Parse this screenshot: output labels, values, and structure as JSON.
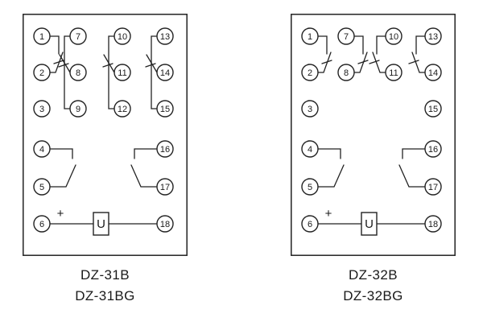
{
  "left": {
    "model_labels": {
      "line1": "DZ-31B",
      "line2": "DZ-31BG"
    },
    "terminals": {
      "t1": "1",
      "t2": "2",
      "t3": "3",
      "t4": "4",
      "t5": "5",
      "t6": "6",
      "t7": "7",
      "t8": "8",
      "t9": "9",
      "t10": "10",
      "t11": "11",
      "t12": "12",
      "t13": "13",
      "t14": "14",
      "t15": "15",
      "t16": "16",
      "t17": "17",
      "t18": "18"
    },
    "coil_symbol": "U",
    "polarity_mark": "+",
    "contact_groups": [
      "1-2",
      "7-8-9",
      "10-11-12",
      "13-14-15",
      "4-5",
      "16-17"
    ],
    "coil_between": "6-18"
  },
  "right": {
    "model_labels": {
      "line1": "DZ-32B",
      "line2": "DZ-32BG"
    },
    "terminals": {
      "t1": "1",
      "t2": "2",
      "t3": "3",
      "t4": "4",
      "t5": "5",
      "t6": "6",
      "t7": "7",
      "t8": "8",
      "t10": "10",
      "t11": "11",
      "t13": "13",
      "t14": "14",
      "t15": "15",
      "t16": "16",
      "t17": "17",
      "t18": "18"
    },
    "coil_symbol": "U",
    "polarity_mark": "+",
    "contact_groups": [
      "1-2",
      "7-8",
      "10-11",
      "13-14",
      "4-5",
      "16-17"
    ],
    "coil_between": "6-18"
  }
}
